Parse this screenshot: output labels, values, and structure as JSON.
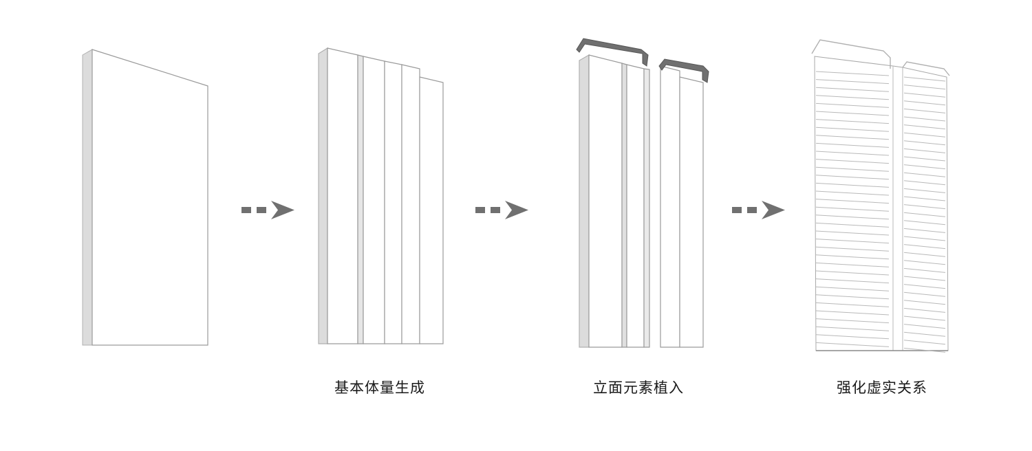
{
  "stages": [
    {
      "id": "base",
      "caption": ""
    },
    {
      "id": "massing",
      "caption": "基本体量生成"
    },
    {
      "id": "facade",
      "caption": "立面元素植入"
    },
    {
      "id": "final",
      "caption": "强化虚实关系"
    }
  ],
  "colors": {
    "background": "#ffffff",
    "face": "#ffffff",
    "side": "#dcdcdc",
    "outline": "#9a9a9a",
    "arrow": "#707070",
    "roof_frame": "#707070"
  },
  "icons": {
    "arrow": "dashed-right-arrow-icon"
  }
}
